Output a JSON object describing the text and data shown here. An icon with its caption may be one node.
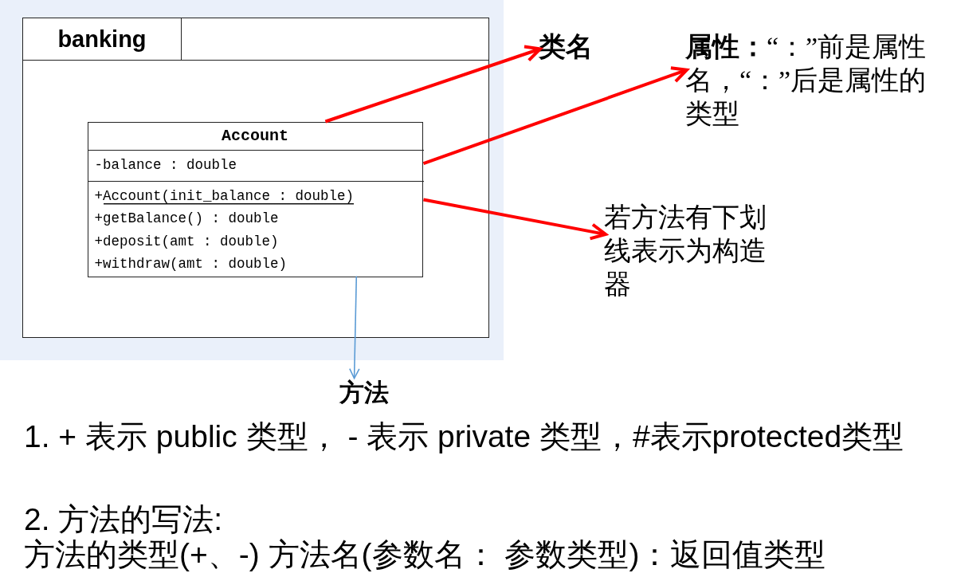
{
  "diagram": {
    "nodes": [
      {
        "text": [
          "banking"
        ]
      },
      {
        "text": [
          "Account"
        ],
        "in": 0
      },
      {
        "text": [
          "-balance : double"
        ],
        "in": 1
      },
      {
        "text": [
          "+Account(init_balance : double)",
          "+getBalance() : double",
          "+deposit(amt : double)",
          "+withdraw(amt : double)"
        ],
        "in": 1
      },
      {
        "text": [
          "类名"
        ]
      },
      {
        "text": [
          "**属性：**“：”前是属性名，“：”后是属性的类型"
        ]
      },
      {
        "text": [
          "若方法有下划线表示为构造器"
        ]
      },
      {
        "text": [
          "方法"
        ]
      }
    ],
    "edges": [
      {
        "from": 1,
        "to": 4,
        "arrow": "to"
      },
      {
        "from": 2,
        "to": 5,
        "arrow": "to"
      },
      {
        "from": 3,
        "to": 6,
        "arrow": "to"
      },
      {
        "from": 3,
        "to": 7,
        "arrow": "to",
        "color": "#5b9bd5"
      }
    ],
    "labels": [
      "1. + 表示 public 类型， - 表示 private 类型，#表示protected类型",
      "2. 方法的写法:",
      "方法的类型(+、-) 方法名(参数名： 参数类型)：返回值类型"
    ]
  }
}
